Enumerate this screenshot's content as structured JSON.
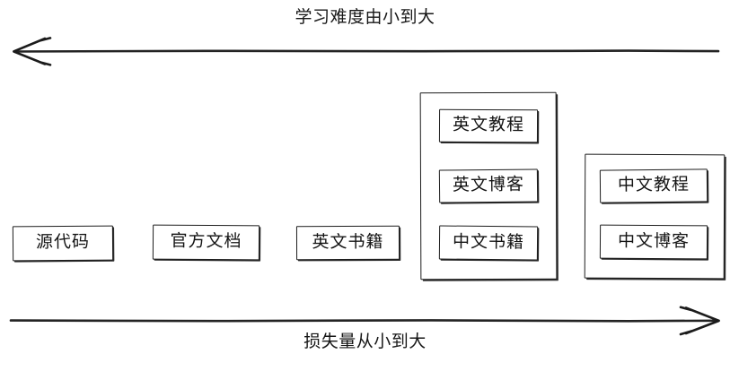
{
  "diagram": {
    "top_axis": {
      "label": "学习难度由小到大",
      "direction": "left",
      "arrow_icon": "arrow-left-icon"
    },
    "bottom_axis": {
      "label": "损失量从小到大",
      "direction": "right",
      "arrow_icon": "arrow-right-icon"
    },
    "nodes": [
      {
        "id": "source-code",
        "label": "源代码"
      },
      {
        "id": "official-docs",
        "label": "官方文档"
      },
      {
        "id": "english-books",
        "label": "英文书籍"
      }
    ],
    "groups": [
      {
        "id": "group-english-mixed",
        "items": [
          {
            "id": "english-tutorials",
            "label": "英文教程"
          },
          {
            "id": "english-blogs",
            "label": "英文博客"
          },
          {
            "id": "chinese-books",
            "label": "中文书籍"
          }
        ]
      },
      {
        "id": "group-chinese",
        "items": [
          {
            "id": "chinese-tutorials",
            "label": "中文教程"
          },
          {
            "id": "chinese-blogs",
            "label": "中文博客"
          }
        ]
      }
    ],
    "colors": {
      "stroke": "#1d1d1d",
      "background": "#ffffff",
      "text": "#141414"
    }
  }
}
